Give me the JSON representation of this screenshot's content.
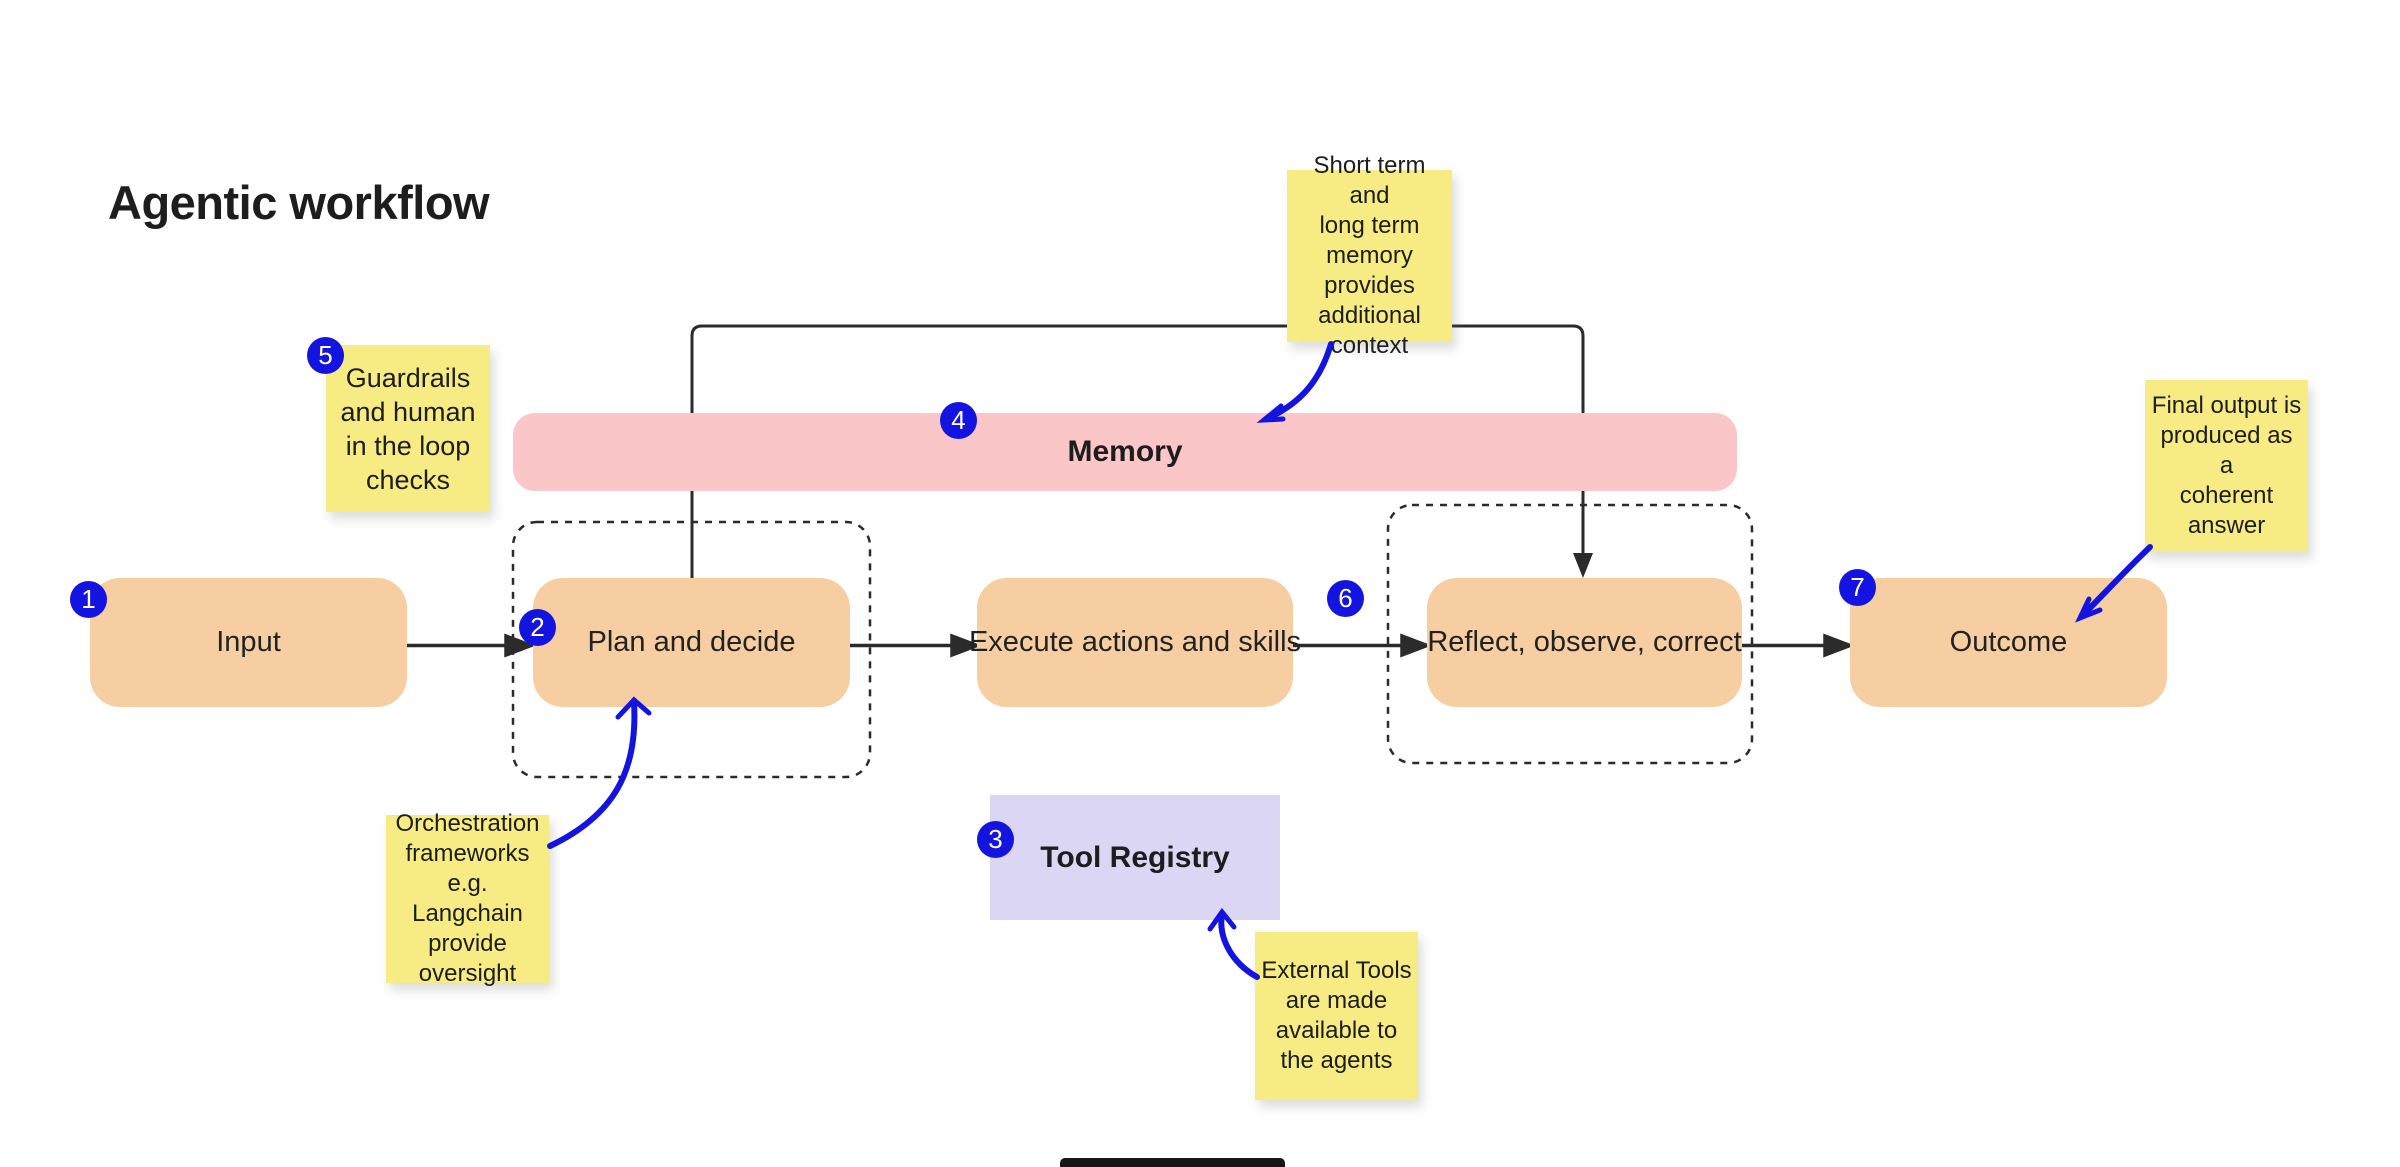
{
  "title": "Agentic workflow",
  "colors": {
    "accent_blue": "#1414E0",
    "node_orange": "#F6CEA2",
    "memory_pink": "#FBC6C8",
    "registry_lavender": "#DBD6F3",
    "sticky_yellow": "#F7EC84",
    "connector_dark": "#2B2B2B"
  },
  "flow_nodes": [
    {
      "label": "Input"
    },
    {
      "label": "Plan and decide"
    },
    {
      "label": "Execute actions and skills"
    },
    {
      "label": "Reflect, observe, correct"
    },
    {
      "label": "Outcome"
    }
  ],
  "memory": {
    "label": "Memory"
  },
  "tool_registry": {
    "label": "Tool Registry"
  },
  "badges": [
    {
      "n": "1"
    },
    {
      "n": "2"
    },
    {
      "n": "3"
    },
    {
      "n": "4"
    },
    {
      "n": "5"
    },
    {
      "n": "6"
    },
    {
      "n": "7"
    }
  ],
  "stickies": [
    {
      "text": "Guardrails\nand human\nin the loop\nchecks"
    },
    {
      "text": "Short term and\nlong term\nmemory provides\nadditional\ncontext"
    },
    {
      "text": "Orchestration\nframeworks\ne.g. Langchain\nprovide\noversight"
    },
    {
      "text": "External Tools\nare made\navailable to\nthe agents"
    },
    {
      "text": "Final output is\nproduced as a\ncoherent\nanswer"
    }
  ]
}
